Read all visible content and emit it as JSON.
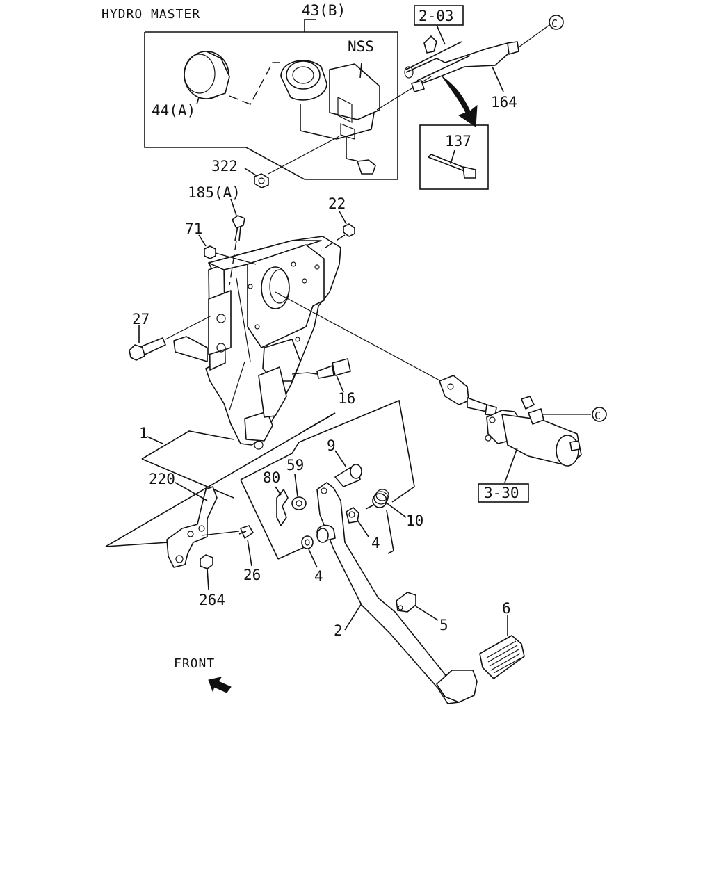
{
  "title": "HYDRO MASTER",
  "front_label": "FRONT",
  "ref_c": "C",
  "labels": {
    "p43b": "43(B)",
    "nss": "NSS",
    "p44a": "44(A)",
    "p322": "322",
    "ref_2_03": "2-03",
    "p164": "164",
    "p137": "137",
    "p185a": "185(A)",
    "p22": "22",
    "p71": "71",
    "p27": "27",
    "p16": "16",
    "p1": "1",
    "p220": "220",
    "p9": "9",
    "p59": "59",
    "p80": "80",
    "p10": "10",
    "p4a": "4",
    "p4b": "4",
    "p26": "26",
    "p264": "264",
    "ref_3_30": "3-30",
    "p5": "5",
    "p6": "6",
    "p2": "2"
  }
}
